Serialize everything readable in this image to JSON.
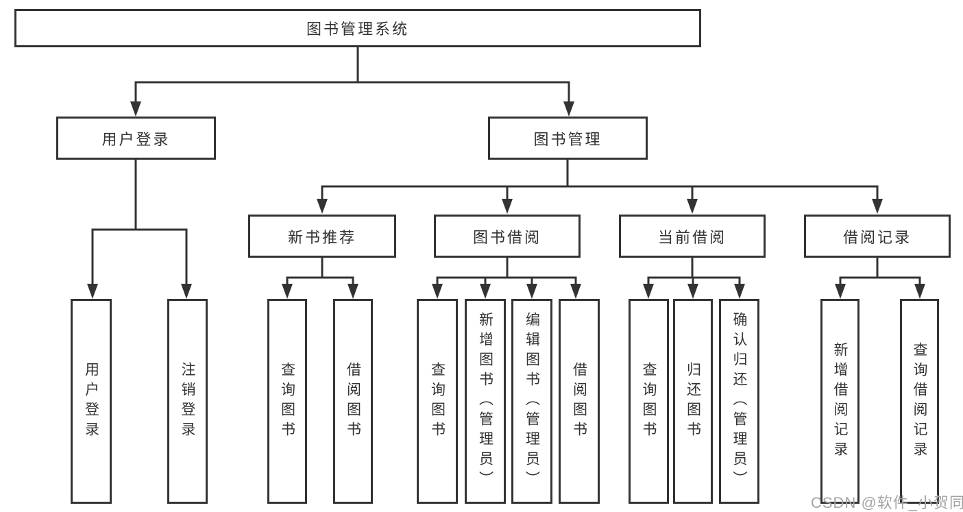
{
  "diagram_title": "图书管理系统",
  "tree": {
    "label": "图书管理系统",
    "children": [
      {
        "label": "用户登录",
        "children": [
          {
            "label": "用户登录"
          },
          {
            "label": "注销登录"
          }
        ]
      },
      {
        "label": "图书管理",
        "children": [
          {
            "label": "新书推荐",
            "children": [
              {
                "label": "查询图书"
              },
              {
                "label": "借阅图书"
              }
            ]
          },
          {
            "label": "图书借阅",
            "children": [
              {
                "label": "查询图书"
              },
              {
                "label": "新增图书（管理员）"
              },
              {
                "label": "编辑图书（管理员）"
              },
              {
                "label": "借阅图书"
              }
            ]
          },
          {
            "label": "当前借阅",
            "children": [
              {
                "label": "查询图书"
              },
              {
                "label": "归还图书"
              },
              {
                "label": "确认归还（管理员）"
              }
            ]
          },
          {
            "label": "借阅记录",
            "children": [
              {
                "label": "新增借阅记录"
              },
              {
                "label": "查询借阅记录"
              }
            ]
          }
        ]
      }
    ]
  },
  "watermark": {
    "text": "CSDN @软件_小贺同学"
  },
  "colors": {
    "line": "#333333",
    "box_border": "#333333",
    "background": "#ffffff",
    "text": "#333333",
    "watermark": "#a3a3a3"
  }
}
